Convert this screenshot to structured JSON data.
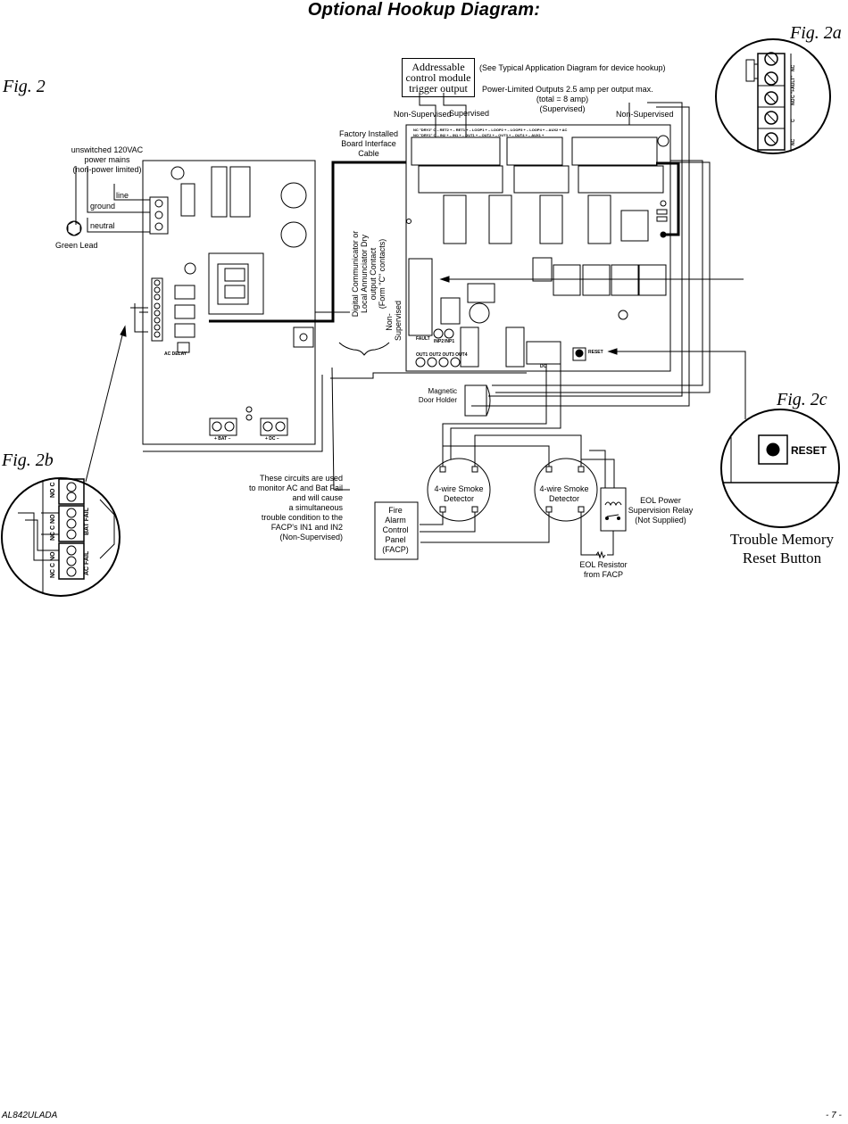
{
  "title": "Optional Hookup Diagram:",
  "figures": {
    "fig2": "Fig. 2",
    "fig2a": "Fig. 2a",
    "fig2b": "Fig. 2b",
    "fig2c": "Fig. 2c"
  },
  "labels": {
    "mains": "unswitched 120VAC\npower mains\n(non-power limited)",
    "line": "line",
    "ground": "ground",
    "neutral": "neutral",
    "green_lead": "Green Lead",
    "addressable": "Addressable\ncontrol module\ntrigger output",
    "see_typical": "(See Typical Application Diagram for device hookup)",
    "power_limited": "Power-Limited Outputs 2.5 amp per output max.\n(total = 8 amp)\n(Supervised)",
    "non_supervised_left": "Non-Supervised",
    "supervised": "Supervised",
    "non_supervised_right": "Non-Supervised",
    "factory_cable": "Factory Installed\nBoard Interface\nCable",
    "digital_communicator": "Digital Communicator or\nLocal Annunciator Dry\noutput Contact\n(Form \"C\" contacts)",
    "non_supervised_vertical": "Non-\nSupervised",
    "magnetic_door": "Magnetic\nDoor Holder",
    "circuits_note": "These circuits are used\nto monitor AC and Bat Fail\nand will cause\na simultaneous\ntrouble condition to the\nFACP's IN1 and IN2\n(Non-Supervised)",
    "facp": "Fire\nAlarm\nControl\nPanel\n(FACP)",
    "smoke1": "4-wire Smoke\nDetector",
    "smoke2": "4-wire Smoke\nDetector",
    "eol_relay": "EOL Power\nSupervision Relay\n(Not Supplied)",
    "eol_resistor": "EOL Resistor\nfrom FACP",
    "reset_small": "RESET",
    "reset_big": "RESET",
    "trouble_memory": "Trouble Memory\nReset Button",
    "fault": "FAULT",
    "inp2": "INP2",
    "inp1": "INP1",
    "outs": "OUT1 OUT2 OUT3 OUT4",
    "dc": "DC",
    "bat": "+ BAT –",
    "dc_bottom": "+ DC –",
    "ac_delay": "AC DELAY",
    "plus": "+",
    "minus": "–",
    "fig2a_terms": [
      "NC",
      "C \"FAULT\"",
      "NO",
      "C",
      "NC"
    ],
    "fig2b_top": "NO  C",
    "fig2b_bat": "NC  C  NO",
    "fig2b_ac": "NC  C  NO",
    "fig2b_bat_fail": "BAT FAIL",
    "fig2b_ac_fail": "AC FAIL",
    "header_row1": "NC \"DRY2\" C   – RET2 +   – RET1 +     – LOOP1 +   – LOOP2 +     – LOOP3 +   – LOOP4 +   – AUX2 +   AC",
    "header_row2": "NO \"DRY1\" C   – IN2 +     – IN1 +       – OUT1 +   – OUT2 +      – OUT3 +   – OUT4 +   – AUX1 +"
  },
  "footer": {
    "left": "AL842ULADA",
    "right": "- 7 -"
  }
}
